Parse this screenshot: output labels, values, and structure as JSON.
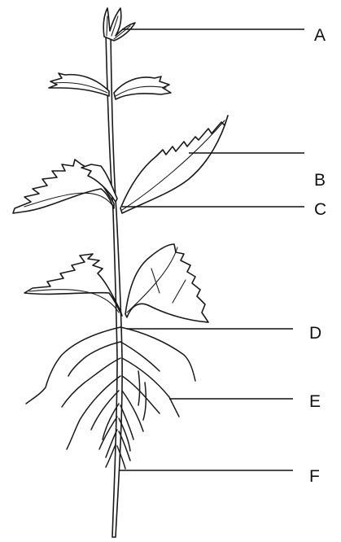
{
  "diagram": {
    "labels": [
      {
        "id": "A",
        "text": "A"
      },
      {
        "id": "B",
        "text": "B"
      },
      {
        "id": "C",
        "text": "C"
      },
      {
        "id": "D",
        "text": "D"
      },
      {
        "id": "E",
        "text": "E"
      },
      {
        "id": "F",
        "text": "F"
      }
    ]
  }
}
